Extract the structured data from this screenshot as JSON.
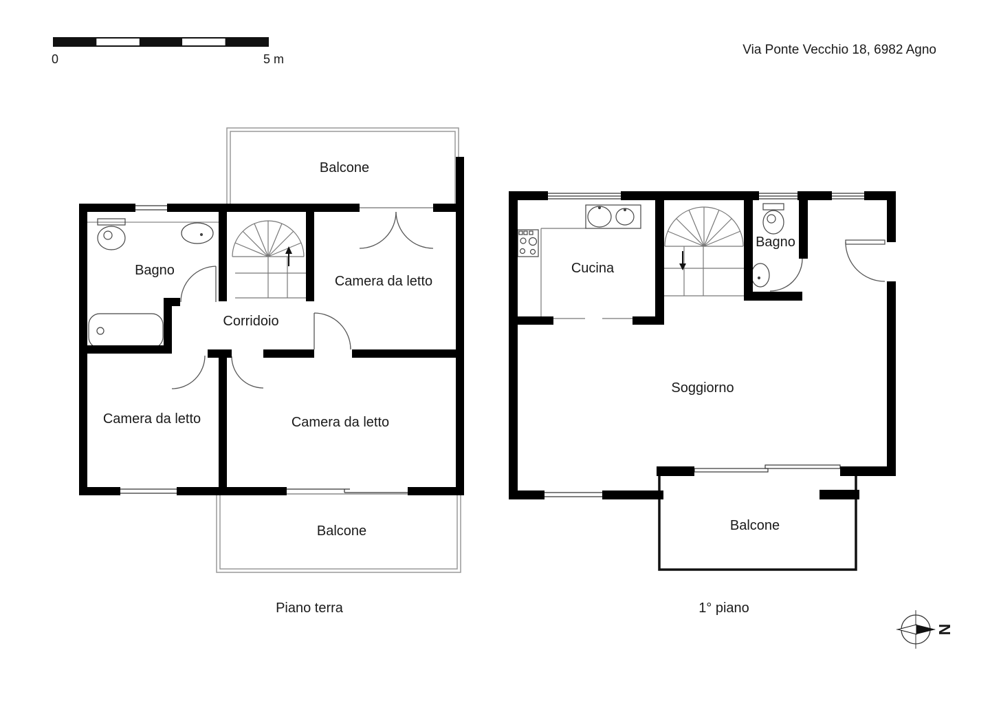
{
  "header": {
    "address": "Via Ponte Vecchio 18, 6982 Agno"
  },
  "scale_bar": {
    "start_label": "0",
    "end_label": "5 m"
  },
  "compass": {
    "north_label": "N"
  },
  "plans": {
    "piano_terra": {
      "name": "Piano terra",
      "rooms": [
        {
          "label": "Balcone"
        },
        {
          "label": "Bagno"
        },
        {
          "label": "Camera da letto"
        },
        {
          "label": "Corridoio"
        },
        {
          "label": "Camera da letto"
        },
        {
          "label": "Camera da letto"
        },
        {
          "label": "Balcone"
        }
      ]
    },
    "primo_piano": {
      "name": "1° piano",
      "rooms": [
        {
          "label": "Cucina"
        },
        {
          "label": "Bagno"
        },
        {
          "label": "Soggiorno"
        },
        {
          "label": "Balcone"
        }
      ]
    }
  },
  "colors": {
    "wall": "#000000",
    "label_text": "#1a1a1a",
    "door_line": "#555555",
    "balcony_line": "#999999",
    "fixture_line": "#444444"
  }
}
